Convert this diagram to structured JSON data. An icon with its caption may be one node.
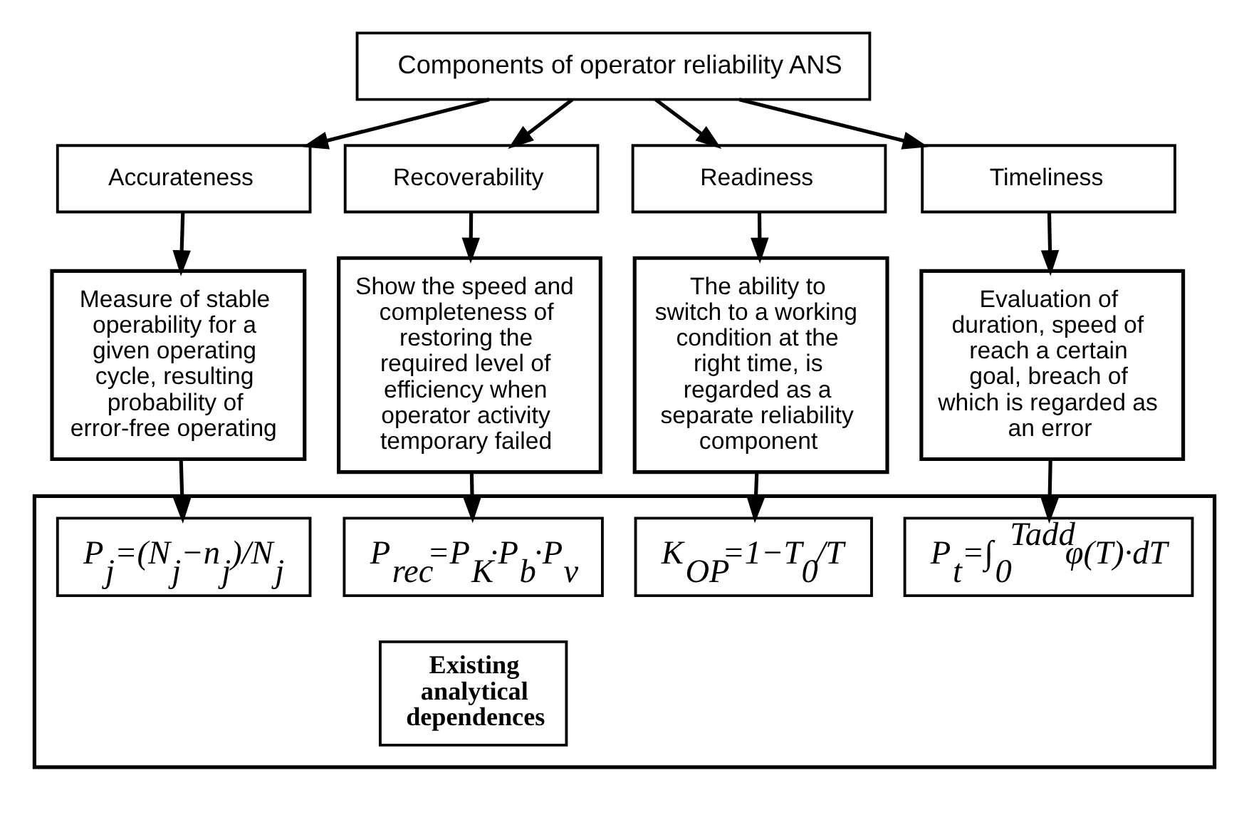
{
  "diagram": {
    "nodes": [
      {
        "text": [
          "Components of operator reliability ANS"
        ]
      },
      {
        "text": [
          "Accurateness"
        ]
      },
      {
        "text": [
          "Recoverability"
        ]
      },
      {
        "text": [
          "Readiness"
        ]
      },
      {
        "text": [
          "Timeliness"
        ]
      },
      {
        "text": [
          "Measure of stable operability for a given operating cycle, resulting probability of error-free operating"
        ]
      },
      {
        "text": [
          "Show the speed and completeness of restoring the required level of efficiency when operator activity temporary failed"
        ]
      },
      {
        "text": [
          "The ability to switch to a working condition at the right time, is regarded as a separate reliability component"
        ]
      },
      {
        "text": [
          "Evaluation of duration, speed of reach a certain goal, breach of which is regarded as an error"
        ]
      },
      {
        "text": [],
        "shape": "box"
      },
      {
        "text": [
          "P$_{j}$=(N$_{j}$−n$_{j}$)/N$_{j}$"
        ],
        "in": 9
      },
      {
        "text": [
          "P$_{rec}$=P$_{K}$·P$_{b}$·P$_{v}$"
        ],
        "in": 9
      },
      {
        "text": [
          "K$_{OP}$=1−T$_{0}$/T"
        ],
        "in": 9
      },
      {
        "text": [
          "P$_{t}$=∫$_{0}$$^{Tadd}$φ(T)·dT"
        ],
        "in": 9
      },
      {
        "text": [
          "Existing analytical dependences"
        ],
        "in": 9
      }
    ],
    "edges": [
      {
        "from": 0,
        "to": 1,
        "arrow": "to"
      },
      {
        "from": 0,
        "to": 2,
        "arrow": "to"
      },
      {
        "from": 0,
        "to": 3,
        "arrow": "to"
      },
      {
        "from": 0,
        "to": 4,
        "arrow": "to"
      },
      {
        "from": 1,
        "to": 5,
        "arrow": "to"
      },
      {
        "from": 2,
        "to": 6,
        "arrow": "to"
      },
      {
        "from": 3,
        "to": 7,
        "arrow": "to"
      },
      {
        "from": 4,
        "to": 8,
        "arrow": "to"
      },
      {
        "from": 5,
        "to": 10,
        "arrow": "to"
      },
      {
        "from": 6,
        "to": 11,
        "arrow": "to"
      },
      {
        "from": 7,
        "to": 12,
        "arrow": "to"
      },
      {
        "from": 8,
        "to": 13,
        "arrow": "to"
      }
    ]
  }
}
